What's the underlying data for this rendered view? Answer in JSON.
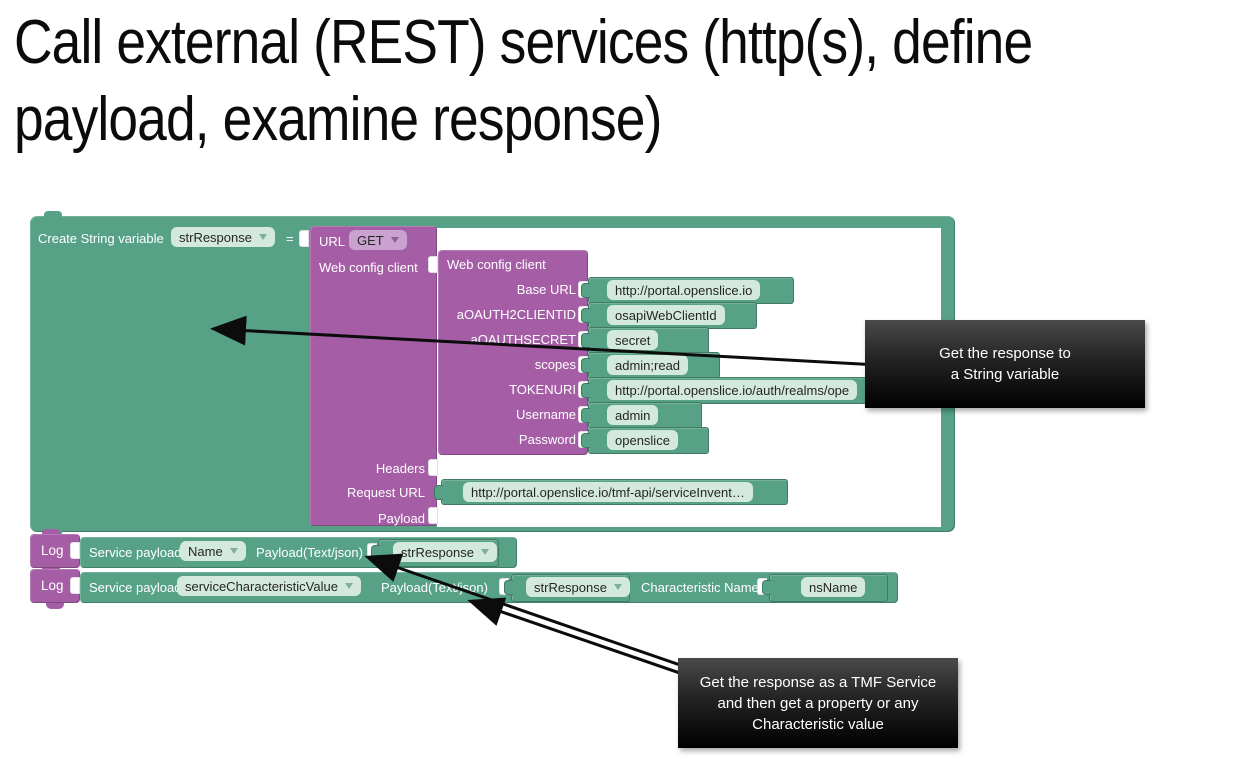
{
  "title": {
    "line1": "Call external (REST) services (http(s), define",
    "line2": "payload, examine response)"
  },
  "create_block": {
    "label": "Create String variable",
    "variable": "strResponse",
    "operator": "="
  },
  "url_block": {
    "label": "URL",
    "method": "GET",
    "client_input_label": "Web config client",
    "headers_label": "Headers",
    "request_url_label": "Request URL",
    "payload_label": "Payload",
    "request_url_value": "http://portal.openslice.io/tmf-api/serviceInvent…"
  },
  "config_block": {
    "title": "Web config client",
    "fields": [
      {
        "label": "Base URL",
        "value": "http://portal.openslice.io"
      },
      {
        "label": "aOAUTH2CLIENTID",
        "value": "osapiWebClientId"
      },
      {
        "label": "aOAUTHSECRET",
        "value": "secret"
      },
      {
        "label": "scopes",
        "value": "admin;read"
      },
      {
        "label": "TOKENURI",
        "value": "http://portal.openslice.io/auth/realms/ope"
      },
      {
        "label": "Username",
        "value": "admin"
      },
      {
        "label": "Password",
        "value": "openslice"
      }
    ]
  },
  "log_rows": [
    {
      "log_label": "Log",
      "prefix": "Service payload",
      "selector": "Name",
      "payload_label": "Payload(Text/json)",
      "payload_var": "strResponse"
    },
    {
      "log_label": "Log",
      "prefix": "Service payload",
      "selector": "serviceCharacteristicValue",
      "payload_label": "Payload(Text/json)",
      "payload_var": "strResponse",
      "char_name_label": "Characteristic Name",
      "char_name_value": "nsName"
    }
  ],
  "callouts": [
    {
      "lines": [
        "Get the response to",
        "a String variable",
        ""
      ]
    },
    {
      "lines": [
        "Get the response as a TMF Service",
        "and then get a property or any",
        "Characteristic value"
      ]
    }
  ],
  "colors": {
    "teal_block": "#57a287",
    "purple_block": "#a55ea5",
    "mint_chip": "#d3e9dd",
    "lavender_chip": "#c9a2cf",
    "callout_bg": "#000000",
    "callout_text": "#ffffff",
    "workspace": "#ffffff"
  }
}
